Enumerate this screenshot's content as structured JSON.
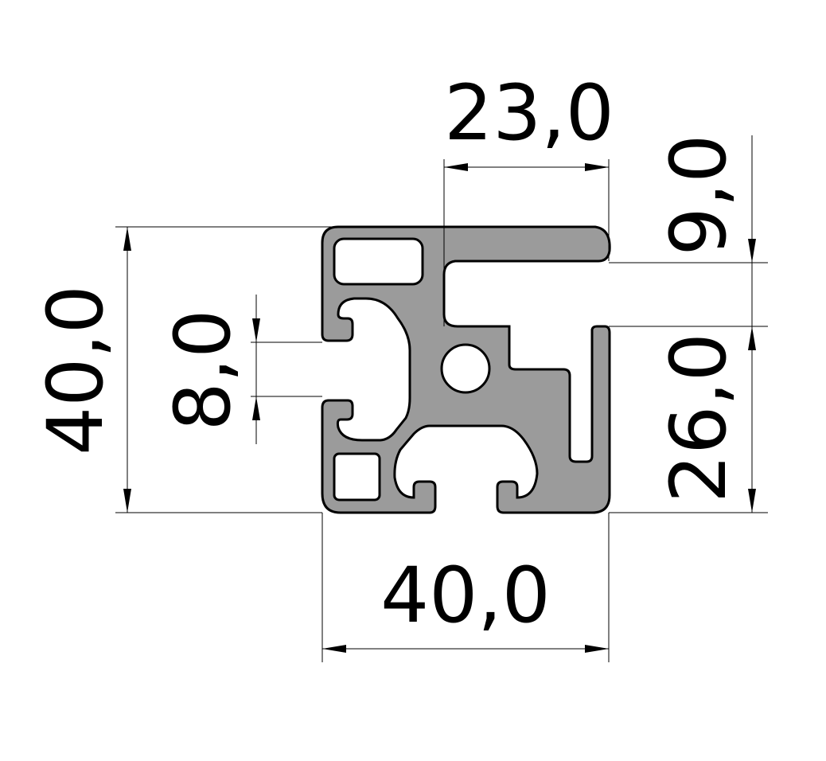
{
  "drawing": {
    "title": "Aluminium profile cross-section 40x40",
    "profile_fill": "#9b9b9b",
    "line_color": "#000000",
    "dimensions": {
      "top_width": "23,0",
      "top_gap": "9,0",
      "right_height": "26,0",
      "overall_height": "40,0",
      "slot_width": "8,0",
      "overall_width": "40,0"
    }
  }
}
